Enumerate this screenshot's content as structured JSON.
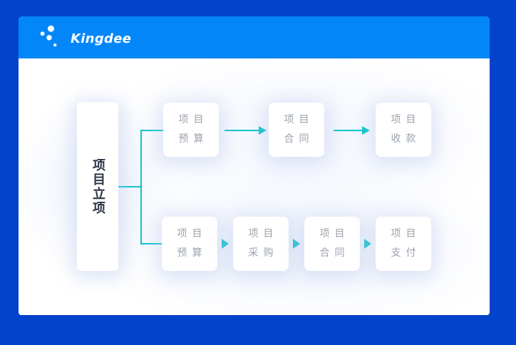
{
  "window": {
    "frame_color": "#0342cb"
  },
  "header": {
    "bg_color": "#0387f8",
    "logo_text": "Kingdee"
  },
  "colors": {
    "connector_teal": "#0ac5ca",
    "node_text_gray": "#9ca3ae",
    "root_text_dark": "#2f3648"
  },
  "flowchart": {
    "root": {
      "label": "项目立项"
    },
    "top_branch": [
      {
        "line1": "项目",
        "line2": "预算"
      },
      {
        "line1": "项目",
        "line2": "合同"
      },
      {
        "line1": "项目",
        "line2": "收款"
      }
    ],
    "bottom_branch": [
      {
        "line1": "项目",
        "line2": "预算"
      },
      {
        "line1": "项目",
        "line2": "采购"
      },
      {
        "line1": "项目",
        "line2": "合同"
      },
      {
        "line1": "项目",
        "line2": "支付"
      }
    ]
  }
}
